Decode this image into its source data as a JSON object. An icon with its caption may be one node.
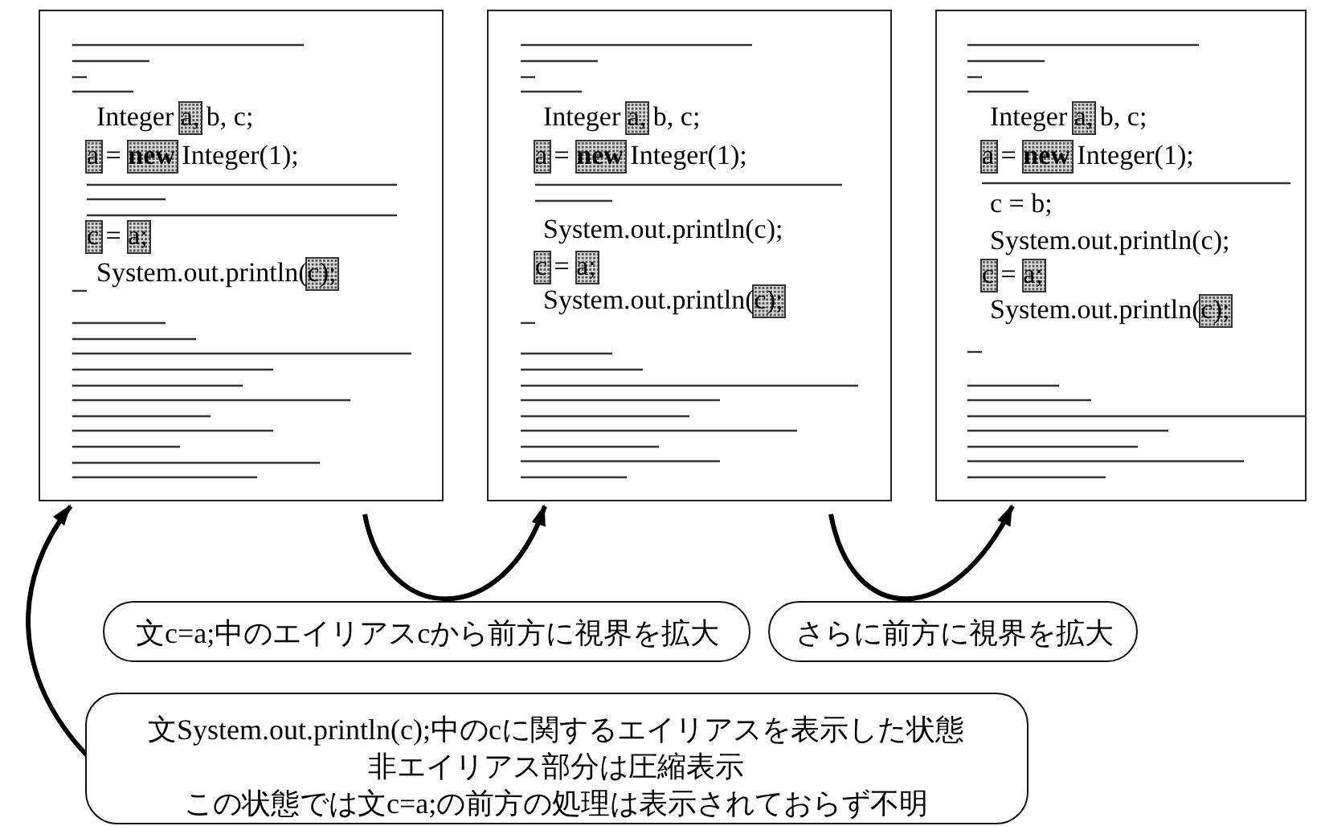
{
  "diagram": {
    "nodes": [
      {
        "text": [
          "Integer a, b, c;",
          "a = **new** Integer(1);",
          "c = a;",
          "System.out.println(c);"
        ]
      },
      {
        "text": [
          "Integer a, b, c;",
          "a = **new** Integer(1);",
          "System.out.println(c);",
          "c = a;",
          "System.out.println(c);"
        ]
      },
      {
        "text": [
          "Integer a, b, c;",
          "a = **new** Integer(1);",
          "c = b;",
          "System.out.println(c);",
          "c = a;",
          "System.out.println(c);"
        ]
      },
      {
        "text": [
          "文c=a;中のエイリアスcから前方に視界を拡大"
        ]
      },
      {
        "text": [
          "さらに前方に視界を拡大"
        ]
      },
      {
        "text": [
          "文System.out.println(c);中のcに関するエイリアスを表示した状態",
          "非エイリアス部分は圧縮表示",
          "この状態では文c=a;の前方の処理は表示されておらず不明"
        ]
      }
    ],
    "edges": [
      {
        "from": 0,
        "to": 1,
        "arrow": "to"
      },
      {
        "from": 1,
        "to": 2,
        "arrow": "to"
      },
      {
        "from": 5,
        "to": 0,
        "arrow": "to"
      }
    ]
  }
}
